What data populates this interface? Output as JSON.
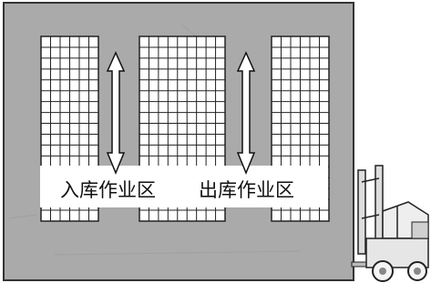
{
  "diagram": {
    "labels": {
      "inbound_zone": "入库作业区",
      "outbound_zone": "出库作业区"
    },
    "colors": {
      "floor": "#aaaaaa",
      "floor_border": "#333333",
      "rack_fill": "#ffffff",
      "rack_grid": "#222222",
      "arrow_fill": "#ffffff",
      "arrow_stroke": "#111111",
      "label_band": "#ffffff"
    },
    "racks": [
      {
        "name": "left-rack",
        "columns": 6,
        "rows": 17
      },
      {
        "name": "center-rack",
        "columns": 9,
        "rows": 17
      },
      {
        "name": "right-rack",
        "columns": 6,
        "rows": 17
      }
    ],
    "arrows": [
      {
        "name": "inbound-arrow",
        "direction": "bidirectional-vertical"
      },
      {
        "name": "outbound-arrow",
        "direction": "bidirectional-vertical"
      }
    ],
    "icons": [
      "forklift-icon"
    ]
  }
}
